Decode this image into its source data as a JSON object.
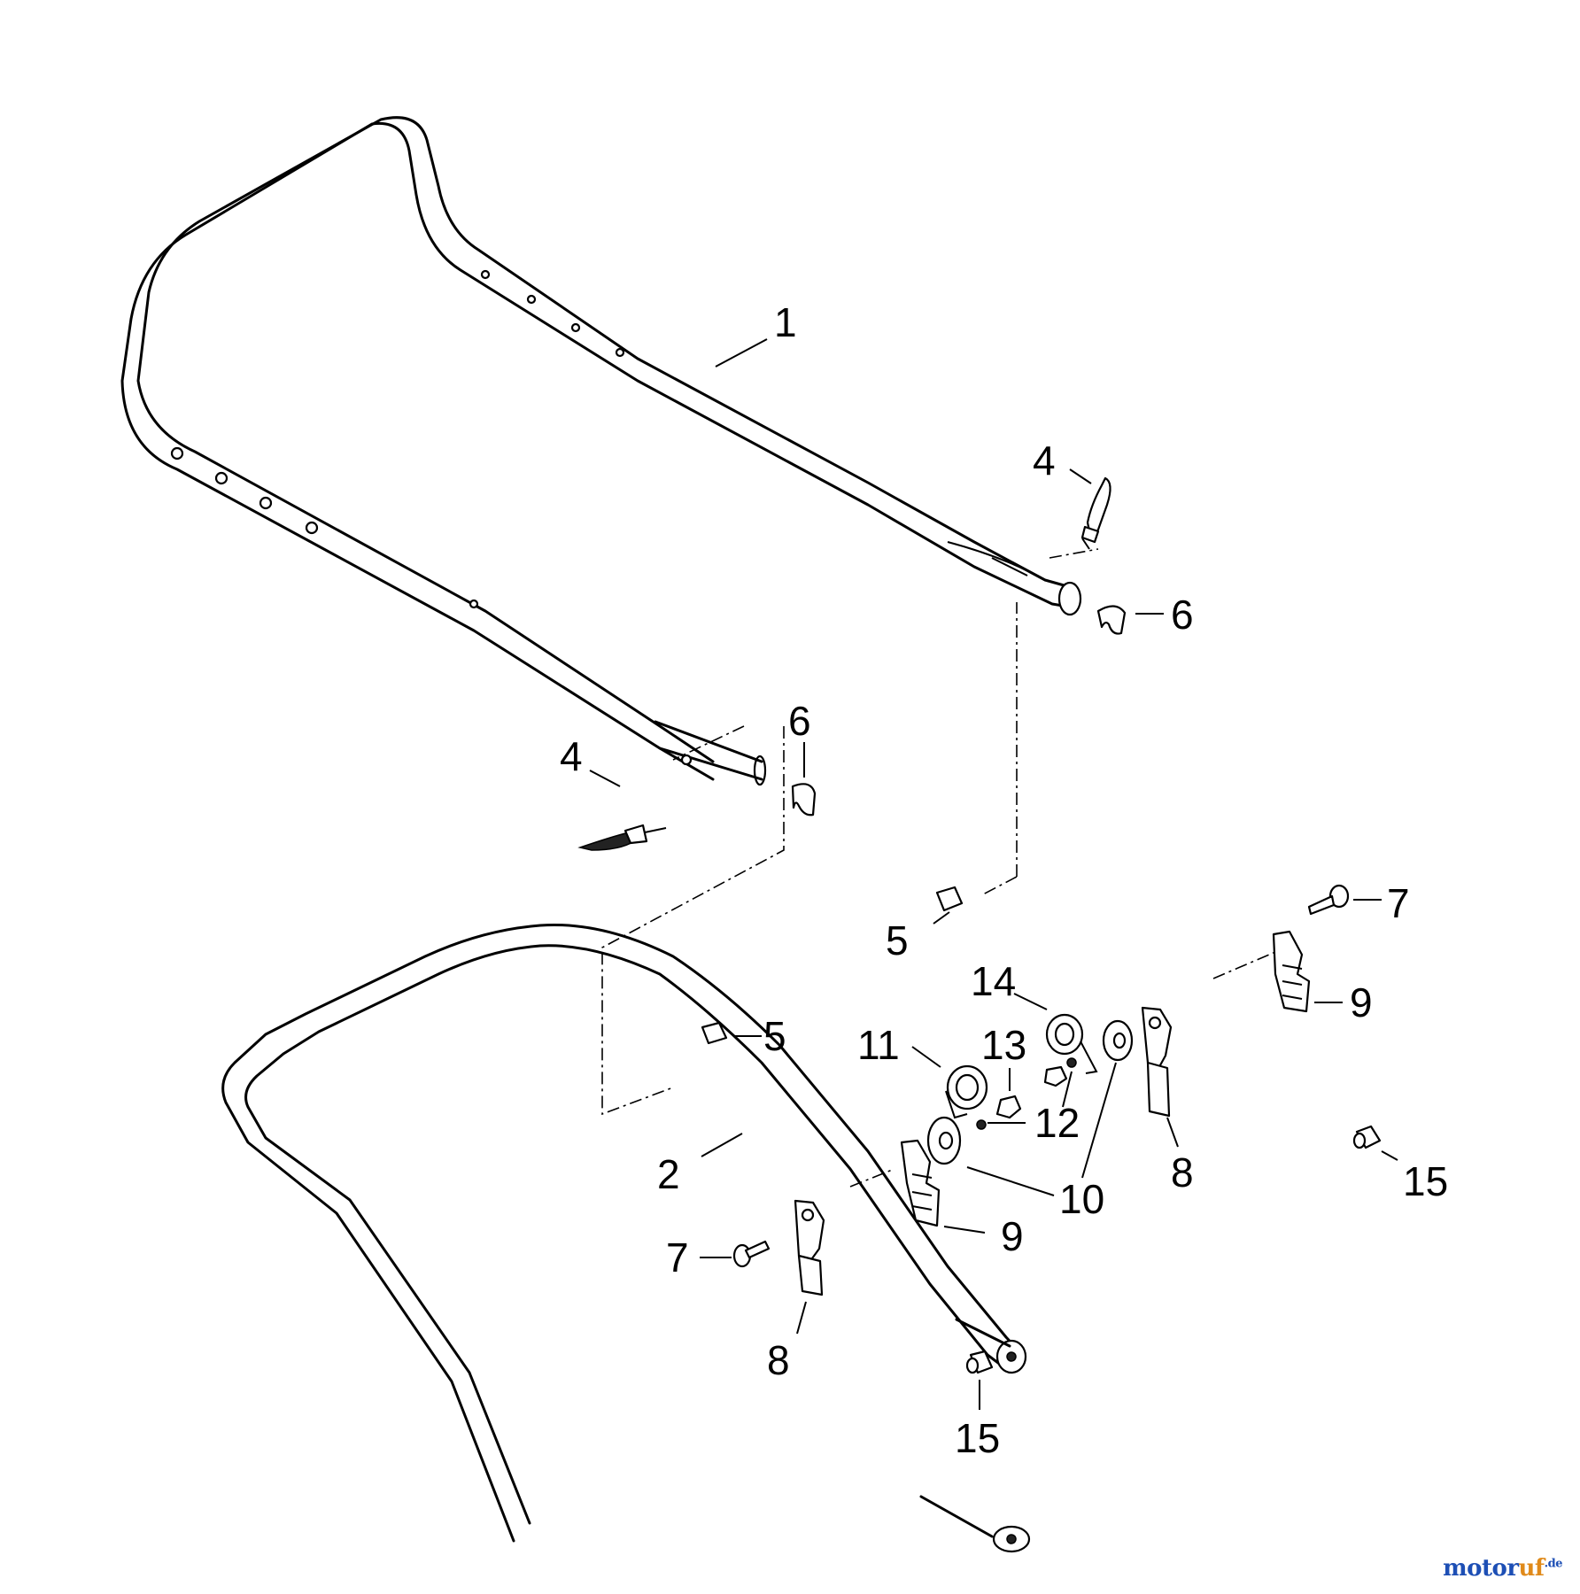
{
  "diagram": {
    "callouts": [
      {
        "id": "1",
        "text": "1"
      },
      {
        "id": "2",
        "text": "2"
      },
      {
        "id": "4a",
        "text": "4"
      },
      {
        "id": "4b",
        "text": "4"
      },
      {
        "id": "5a",
        "text": "5"
      },
      {
        "id": "5b",
        "text": "5"
      },
      {
        "id": "6a",
        "text": "6"
      },
      {
        "id": "6b",
        "text": "6"
      },
      {
        "id": "7a",
        "text": "7"
      },
      {
        "id": "7b",
        "text": "7"
      },
      {
        "id": "8a",
        "text": "8"
      },
      {
        "id": "8b",
        "text": "8"
      },
      {
        "id": "9a",
        "text": "9"
      },
      {
        "id": "9b",
        "text": "9"
      },
      {
        "id": "10",
        "text": "10"
      },
      {
        "id": "11",
        "text": "11"
      },
      {
        "id": "12",
        "text": "12"
      },
      {
        "id": "13",
        "text": "13"
      },
      {
        "id": "14",
        "text": "14"
      },
      {
        "id": "15a",
        "text": "15"
      },
      {
        "id": "15b",
        "text": "15"
      }
    ]
  },
  "watermark": {
    "main_blue": "motor",
    "main_orange": "uf",
    "tld": ".de"
  }
}
